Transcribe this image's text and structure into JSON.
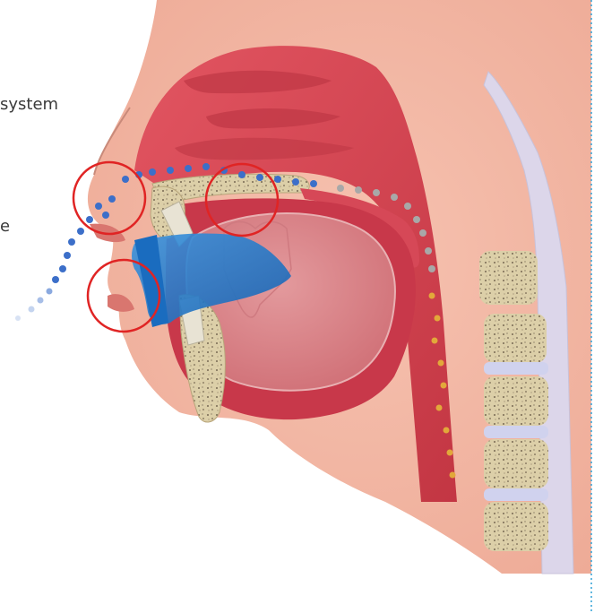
{
  "labels": {
    "system": "system",
    "e": "e"
  },
  "colors": {
    "skin": "#f2b7a3",
    "skin_light": "#f8cfc0",
    "tissue_red": "#d9424f",
    "tissue_dark": "#b8323f",
    "tongue": "#d9858a",
    "bone": "#dccfa8",
    "bone_speckle": "#5a4a3a",
    "spine_disc": "#d0d2ee",
    "airway": "#dcd6ea",
    "device_blue": "#1f78c8",
    "particle_blue": "#3c6fc9",
    "particle_gray": "#a8a8a8",
    "particle_gold": "#e2a83a",
    "highlight_circle": "#e02424",
    "dotted_border": "#2fa0d6"
  },
  "highlight_circles": 3,
  "icons": [
    "highlight-circle",
    "mouth-device"
  ]
}
